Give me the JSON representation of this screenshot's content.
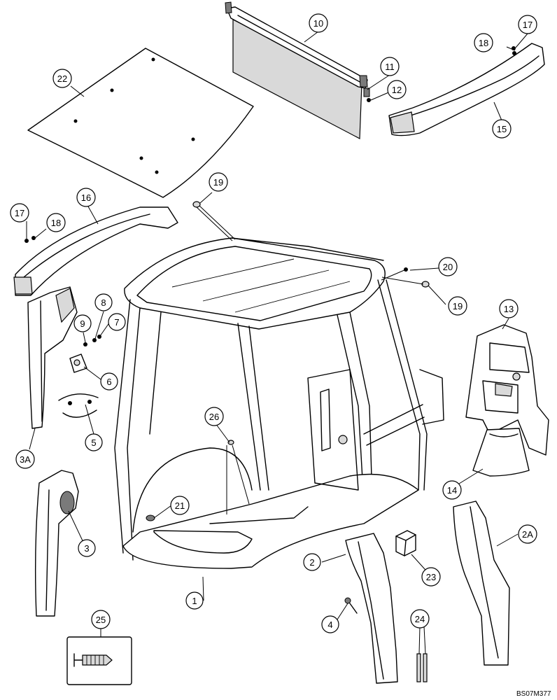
{
  "diagram": {
    "reference_code": "BS07M377",
    "callouts": [
      {
        "id": "c1",
        "label": "1"
      },
      {
        "id": "c2",
        "label": "2"
      },
      {
        "id": "c2A",
        "label": "2A"
      },
      {
        "id": "c3",
        "label": "3"
      },
      {
        "id": "c3A",
        "label": "3A"
      },
      {
        "id": "c4",
        "label": "4"
      },
      {
        "id": "c5",
        "label": "5"
      },
      {
        "id": "c6",
        "label": "6"
      },
      {
        "id": "c7",
        "label": "7"
      },
      {
        "id": "c8",
        "label": "8"
      },
      {
        "id": "c9",
        "label": "9"
      },
      {
        "id": "c10",
        "label": "10"
      },
      {
        "id": "c11",
        "label": "11"
      },
      {
        "id": "c12",
        "label": "12"
      },
      {
        "id": "c13",
        "label": "13"
      },
      {
        "id": "c14",
        "label": "14"
      },
      {
        "id": "c15",
        "label": "15"
      },
      {
        "id": "c16",
        "label": "16"
      },
      {
        "id": "c17a",
        "label": "17"
      },
      {
        "id": "c17b",
        "label": "17"
      },
      {
        "id": "c18a",
        "label": "18"
      },
      {
        "id": "c18b",
        "label": "18"
      },
      {
        "id": "c19a",
        "label": "19"
      },
      {
        "id": "c19b",
        "label": "19"
      },
      {
        "id": "c20",
        "label": "20"
      },
      {
        "id": "c21",
        "label": "21"
      },
      {
        "id": "c22",
        "label": "22"
      },
      {
        "id": "c23",
        "label": "23"
      },
      {
        "id": "c24",
        "label": "24"
      },
      {
        "id": "c25",
        "label": "25"
      },
      {
        "id": "c26",
        "label": "26"
      }
    ]
  }
}
